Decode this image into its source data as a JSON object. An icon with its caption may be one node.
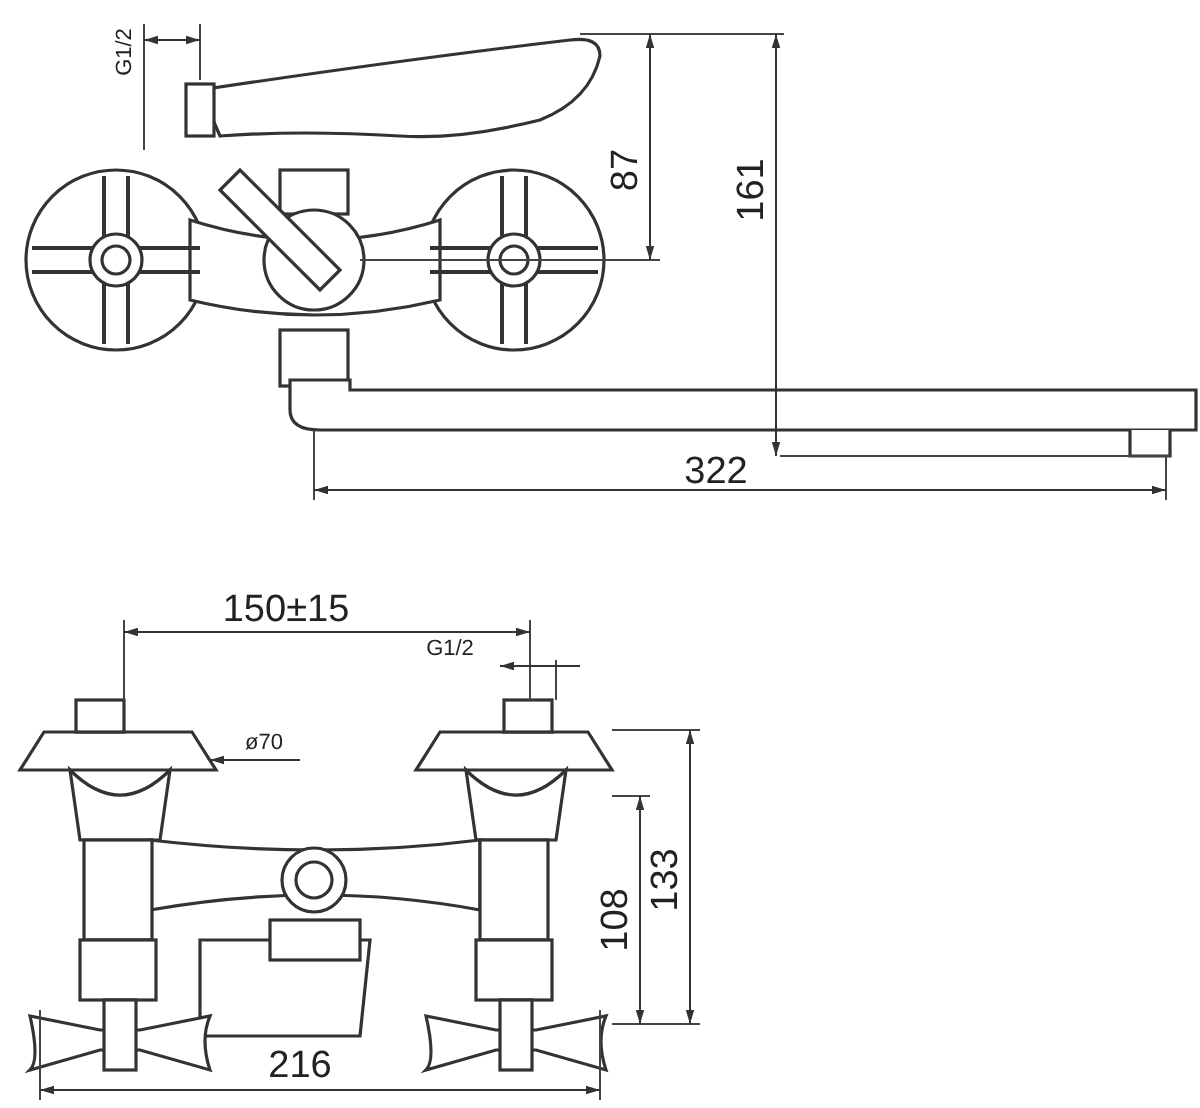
{
  "diagram": {
    "labels": [
      "G1/2",
      "87",
      "161",
      "322",
      "150±15",
      "G1/2",
      "ø70",
      "108",
      "133",
      "216"
    ]
  }
}
